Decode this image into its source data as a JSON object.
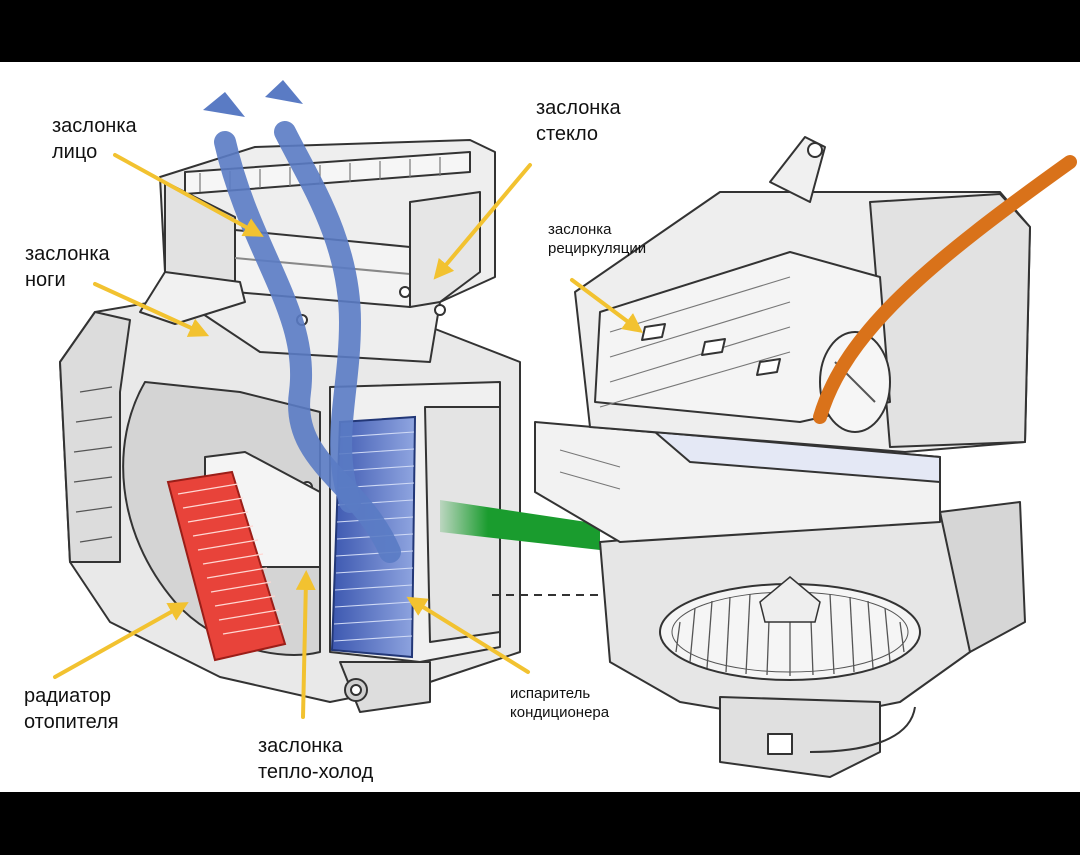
{
  "labels": {
    "face_flap": [
      "заслонка",
      "лицо"
    ],
    "glass_flap": [
      "заслонка",
      "стекло"
    ],
    "feet_flap": [
      "заслонка",
      "ноги"
    ],
    "recirc_flap": [
      "заслонка",
      "рециркуляции"
    ],
    "heater_core": [
      "радиатор",
      "отопителя"
    ],
    "blend_flap": [
      "заслонка",
      "тепло-холод"
    ],
    "evaporator": [
      "испаритель",
      "кондиционера"
    ]
  },
  "colors": {
    "leader_arrows": "#f2c230",
    "airflow_cold": "#5a7bc4",
    "airflow_fresh": "#1a9c2e",
    "heater_core": "#e8433a",
    "evaporator": "#3d58b0",
    "recirc_duct": "#d9721a",
    "housing": "#ececec",
    "outline": "#333333"
  },
  "icons": [
    "airflow-arrow-icon",
    "fan-wheel-icon",
    "leader-arrow-icon"
  ]
}
